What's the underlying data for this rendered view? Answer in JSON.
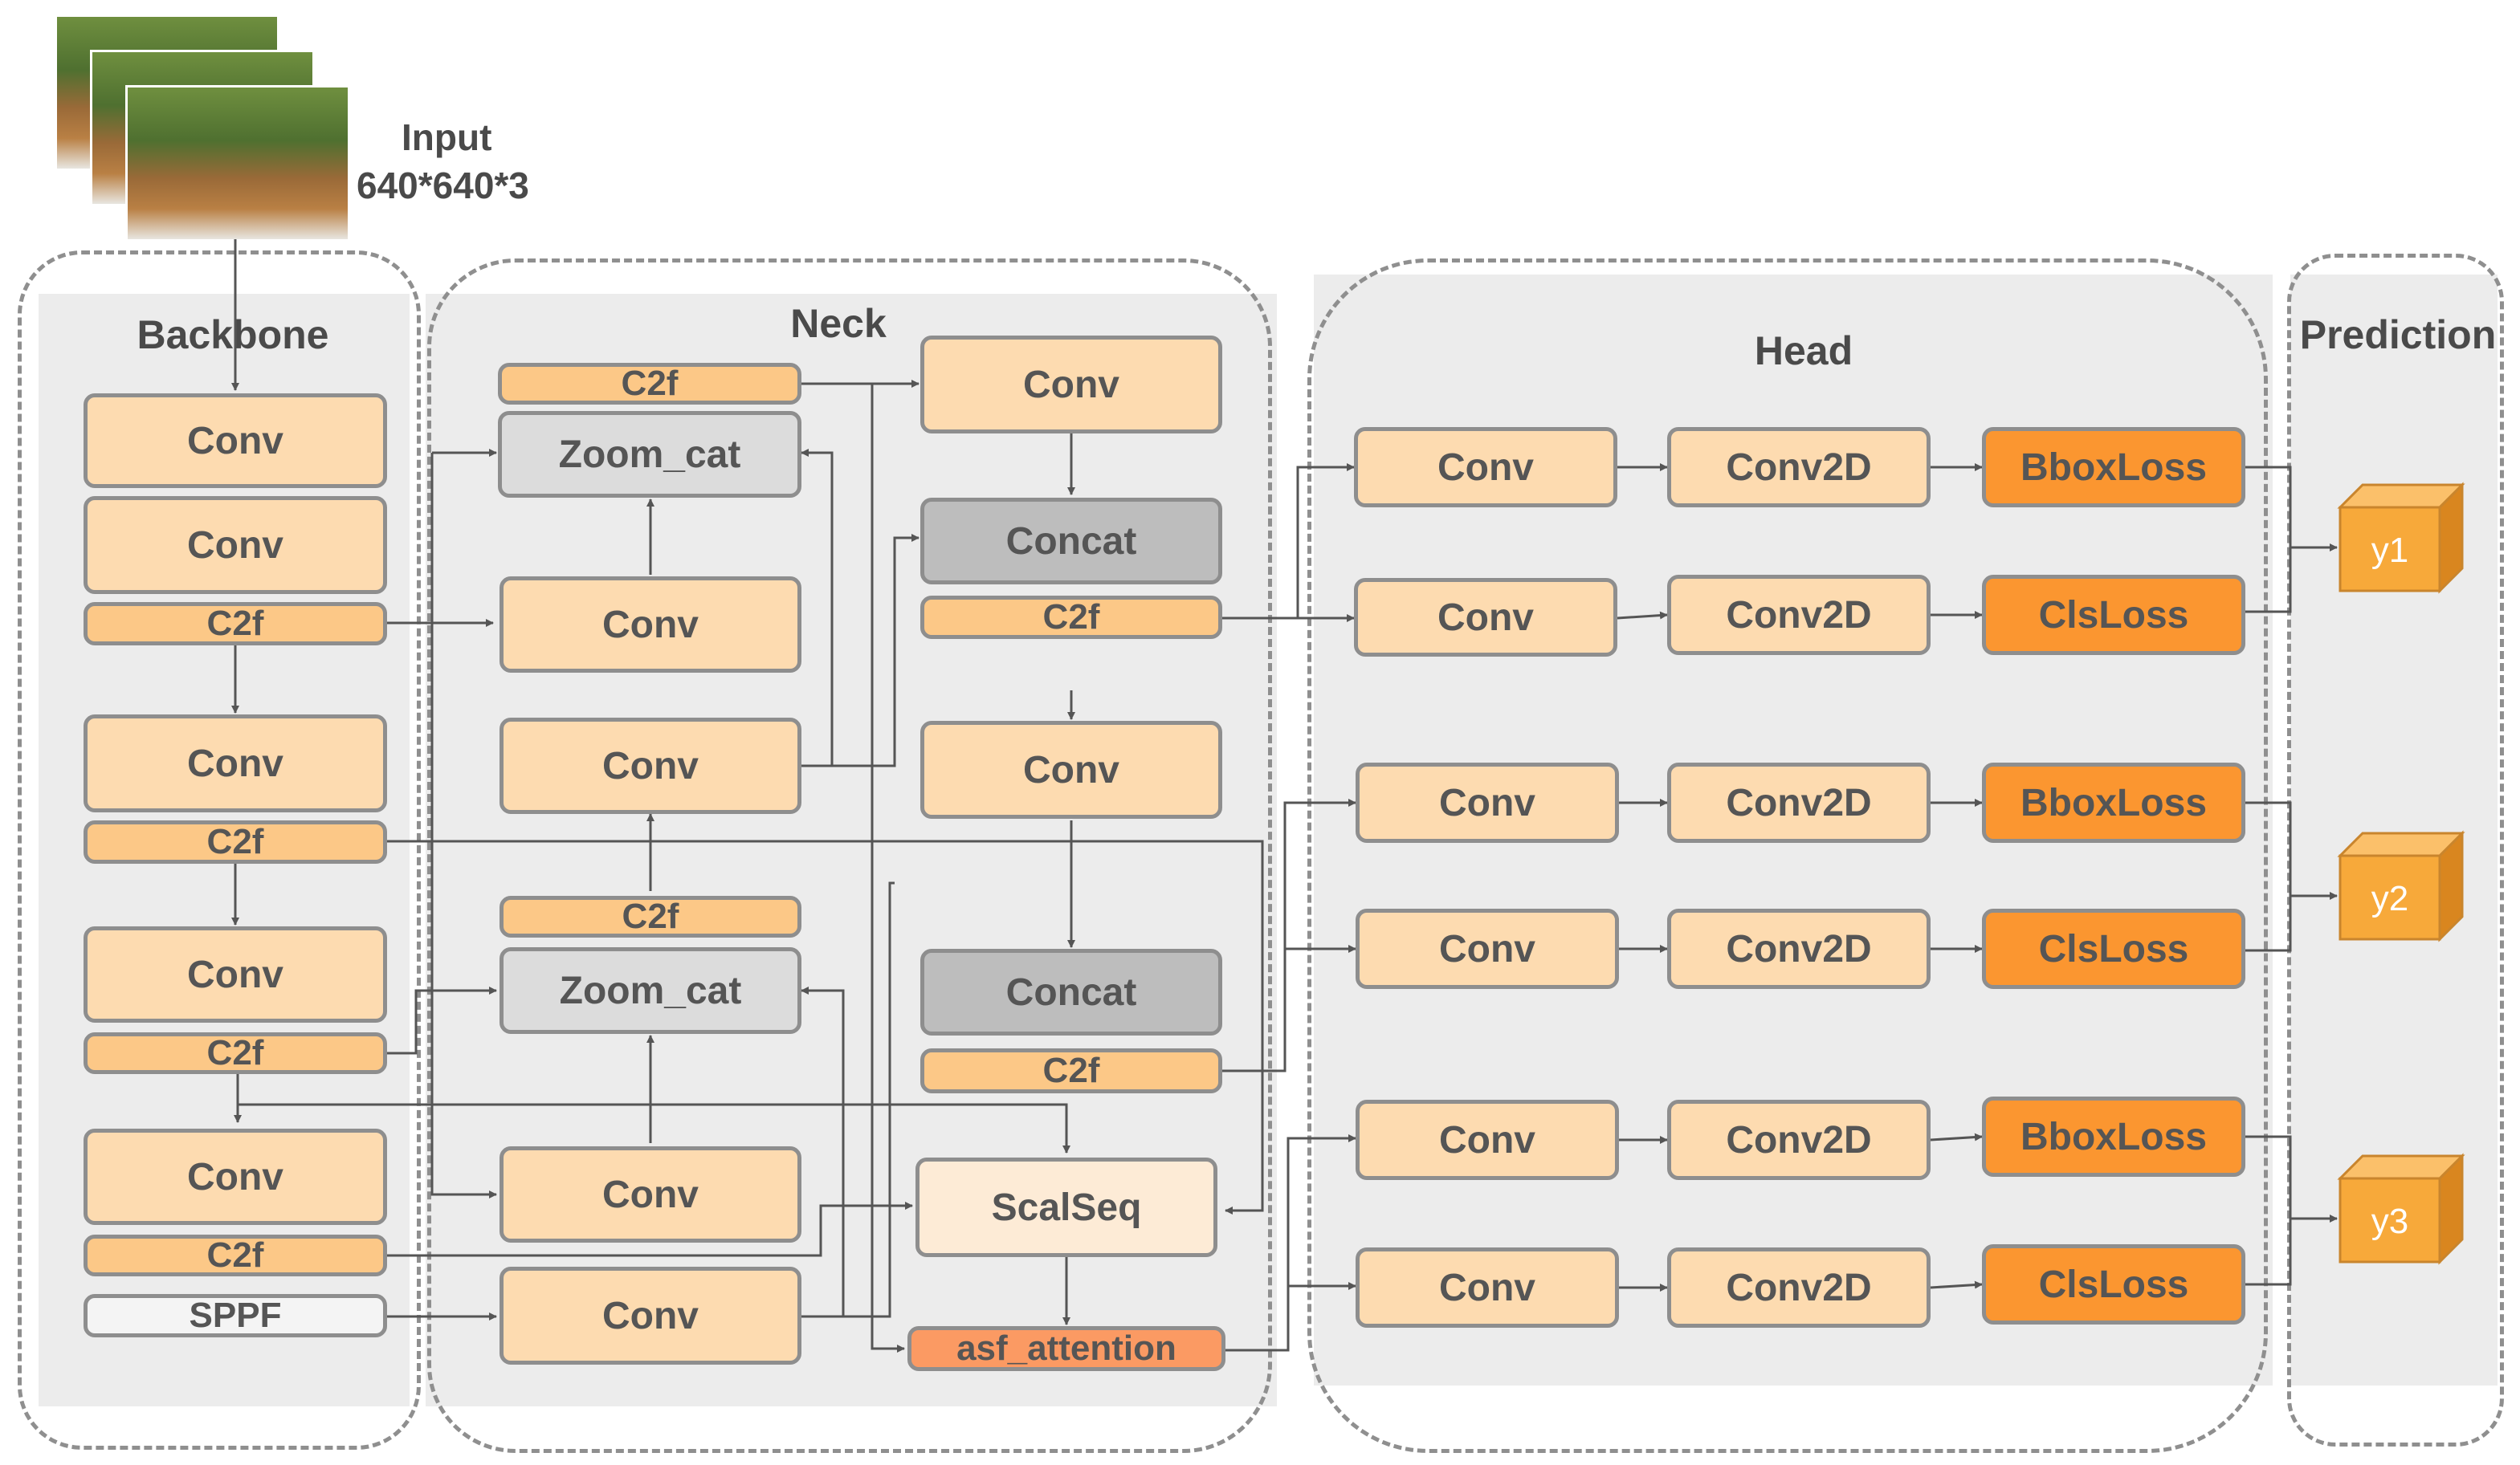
{
  "input": {
    "label": "Input",
    "size": "640*640*3"
  },
  "panels": {
    "backbone": "Backbone",
    "neck": "Neck",
    "head": "Head",
    "prediction": "Prediction"
  },
  "backbone": {
    "conv1": "Conv",
    "conv2": "Conv",
    "c2f1": "C2f",
    "conv3": "Conv",
    "c2f2": "C2f",
    "conv4": "Conv",
    "c2f3": "C2f",
    "conv5": "Conv",
    "c2f4": "C2f",
    "sppf": "SPPF"
  },
  "neck": {
    "c2f_top": "C2f",
    "zoom_cat1": "Zoom_cat",
    "conv_a": "Conv",
    "conv_b": "Conv",
    "c2f_mid": "C2f",
    "zoom_cat2": "Zoom_cat",
    "conv_c": "Conv",
    "conv_d": "Conv",
    "conv_r1": "Conv",
    "concat1": "Concat",
    "c2f_r1": "C2f",
    "conv_r2": "Conv",
    "concat2": "Concat",
    "c2f_r2": "C2f",
    "scalseq": "ScalSeq",
    "asf_attention": "asf_attention"
  },
  "head": {
    "rows": [
      {
        "conv": "Conv",
        "conv2d": "Conv2D",
        "loss": "BboxLoss"
      },
      {
        "conv": "Conv",
        "conv2d": "Conv2D",
        "loss": "ClsLoss"
      },
      {
        "conv": "Conv",
        "conv2d": "Conv2D",
        "loss": "BboxLoss"
      },
      {
        "conv": "Conv",
        "conv2d": "Conv2D",
        "loss": "ClsLoss"
      },
      {
        "conv": "Conv",
        "conv2d": "Conv2D",
        "loss": "BboxLoss"
      },
      {
        "conv": "Conv",
        "conv2d": "Conv2D",
        "loss": "ClsLoss"
      }
    ]
  },
  "prediction": {
    "outputs": [
      "y1",
      "y2",
      "y3"
    ]
  },
  "colors": {
    "conv": "#fddbb0",
    "c2f": "#fcc887",
    "zoom_cat": "#dcdcdc",
    "concat": "#bdbdbd",
    "scalseq": "#fdebd6",
    "asf_attention": "#fb9a63",
    "loss": "#fb9630",
    "cube": "#f7a93a",
    "panel": "#ececec",
    "border": "#8e8e8e",
    "wire": "#555555"
  }
}
